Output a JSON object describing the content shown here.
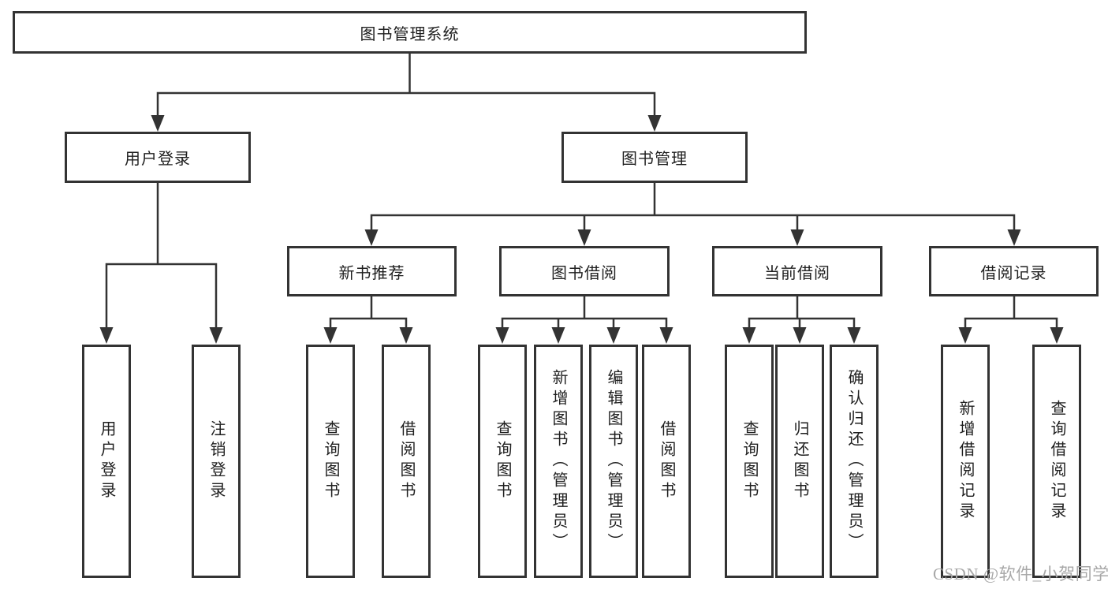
{
  "colors": {
    "line": "#333333",
    "text": "#1f1f1f",
    "box_bg": "#ffffff",
    "watermark": "#a8a8a8"
  },
  "watermark": {
    "text": "CSDN @软件_小贺同学"
  },
  "tree": {
    "label": "图书管理系统",
    "children": [
      {
        "label": "用户登录",
        "children": [
          {
            "label": "用户登录"
          },
          {
            "label": "注销登录"
          }
        ]
      },
      {
        "label": "图书管理",
        "children": [
          {
            "label": "新书推荐",
            "children": [
              {
                "label": "查询图书"
              },
              {
                "label": "借阅图书"
              }
            ]
          },
          {
            "label": "图书借阅",
            "children": [
              {
                "label": "查询图书"
              },
              {
                "label": "新增图书（管理员）"
              },
              {
                "label": "编辑图书（管理员）"
              },
              {
                "label": "借阅图书"
              }
            ]
          },
          {
            "label": "当前借阅",
            "children": [
              {
                "label": "查询图书"
              },
              {
                "label": "归还图书"
              },
              {
                "label": "确认归还（管理员）"
              }
            ]
          },
          {
            "label": "借阅记录",
            "children": [
              {
                "label": "新增借阅记录"
              },
              {
                "label": "查询借阅记录"
              }
            ]
          }
        ]
      }
    ]
  }
}
